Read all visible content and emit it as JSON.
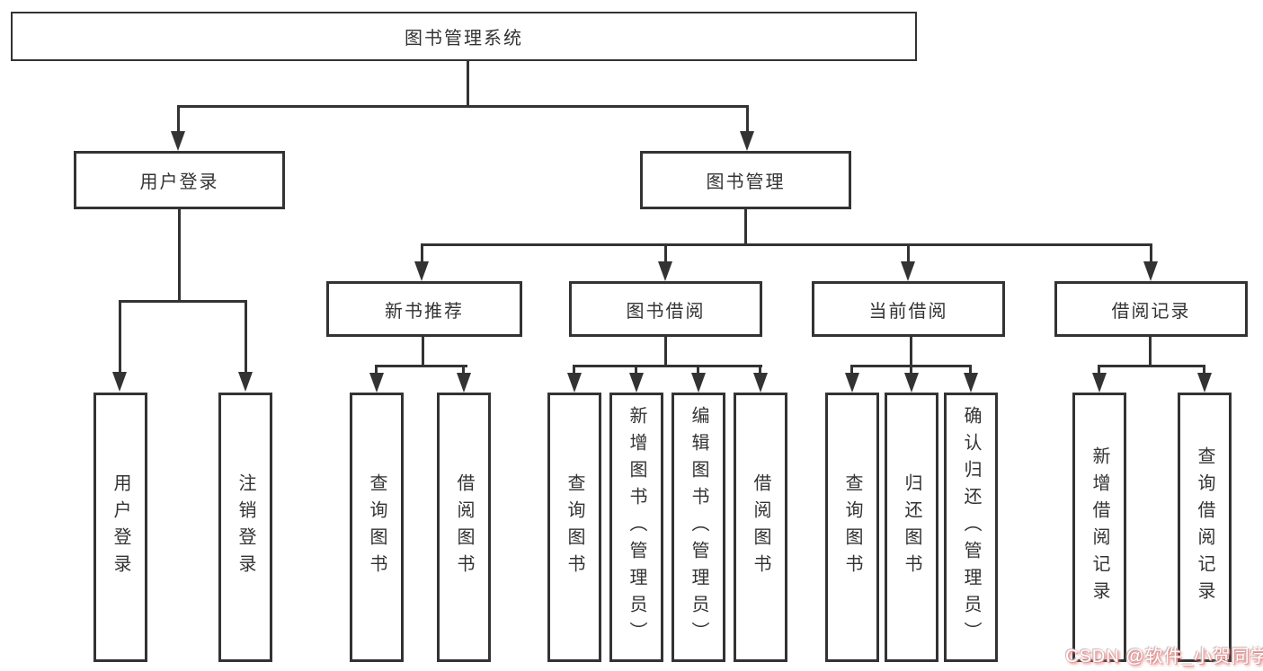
{
  "diagram": {
    "root": "图书管理系统",
    "user_login": {
      "label": "用户登录",
      "children": [
        "用户登录",
        "注销登录"
      ]
    },
    "book_mgmt": {
      "label": "图书管理",
      "groups": [
        {
          "label": "新书推荐",
          "children": [
            "查询图书",
            "借阅图书"
          ]
        },
        {
          "label": "图书借阅",
          "children": [
            "查询图书",
            "新增图书（管理员）",
            "编辑图书（管理员）",
            "借阅图书"
          ]
        },
        {
          "label": "当前借阅",
          "children": [
            "查询图书",
            "归还图书",
            "确认归还（管理员）"
          ]
        },
        {
          "label": "借阅记录",
          "children": [
            "新增借阅记录",
            "查询借阅记录"
          ]
        }
      ]
    }
  },
  "watermark": "CSDN @软件_小贺同学",
  "colors": {
    "line": "#333333",
    "box_background": "#ffffff",
    "text": "#333333",
    "watermark_text": "#ffffff",
    "watermark_shadow": "#e05c5c"
  }
}
